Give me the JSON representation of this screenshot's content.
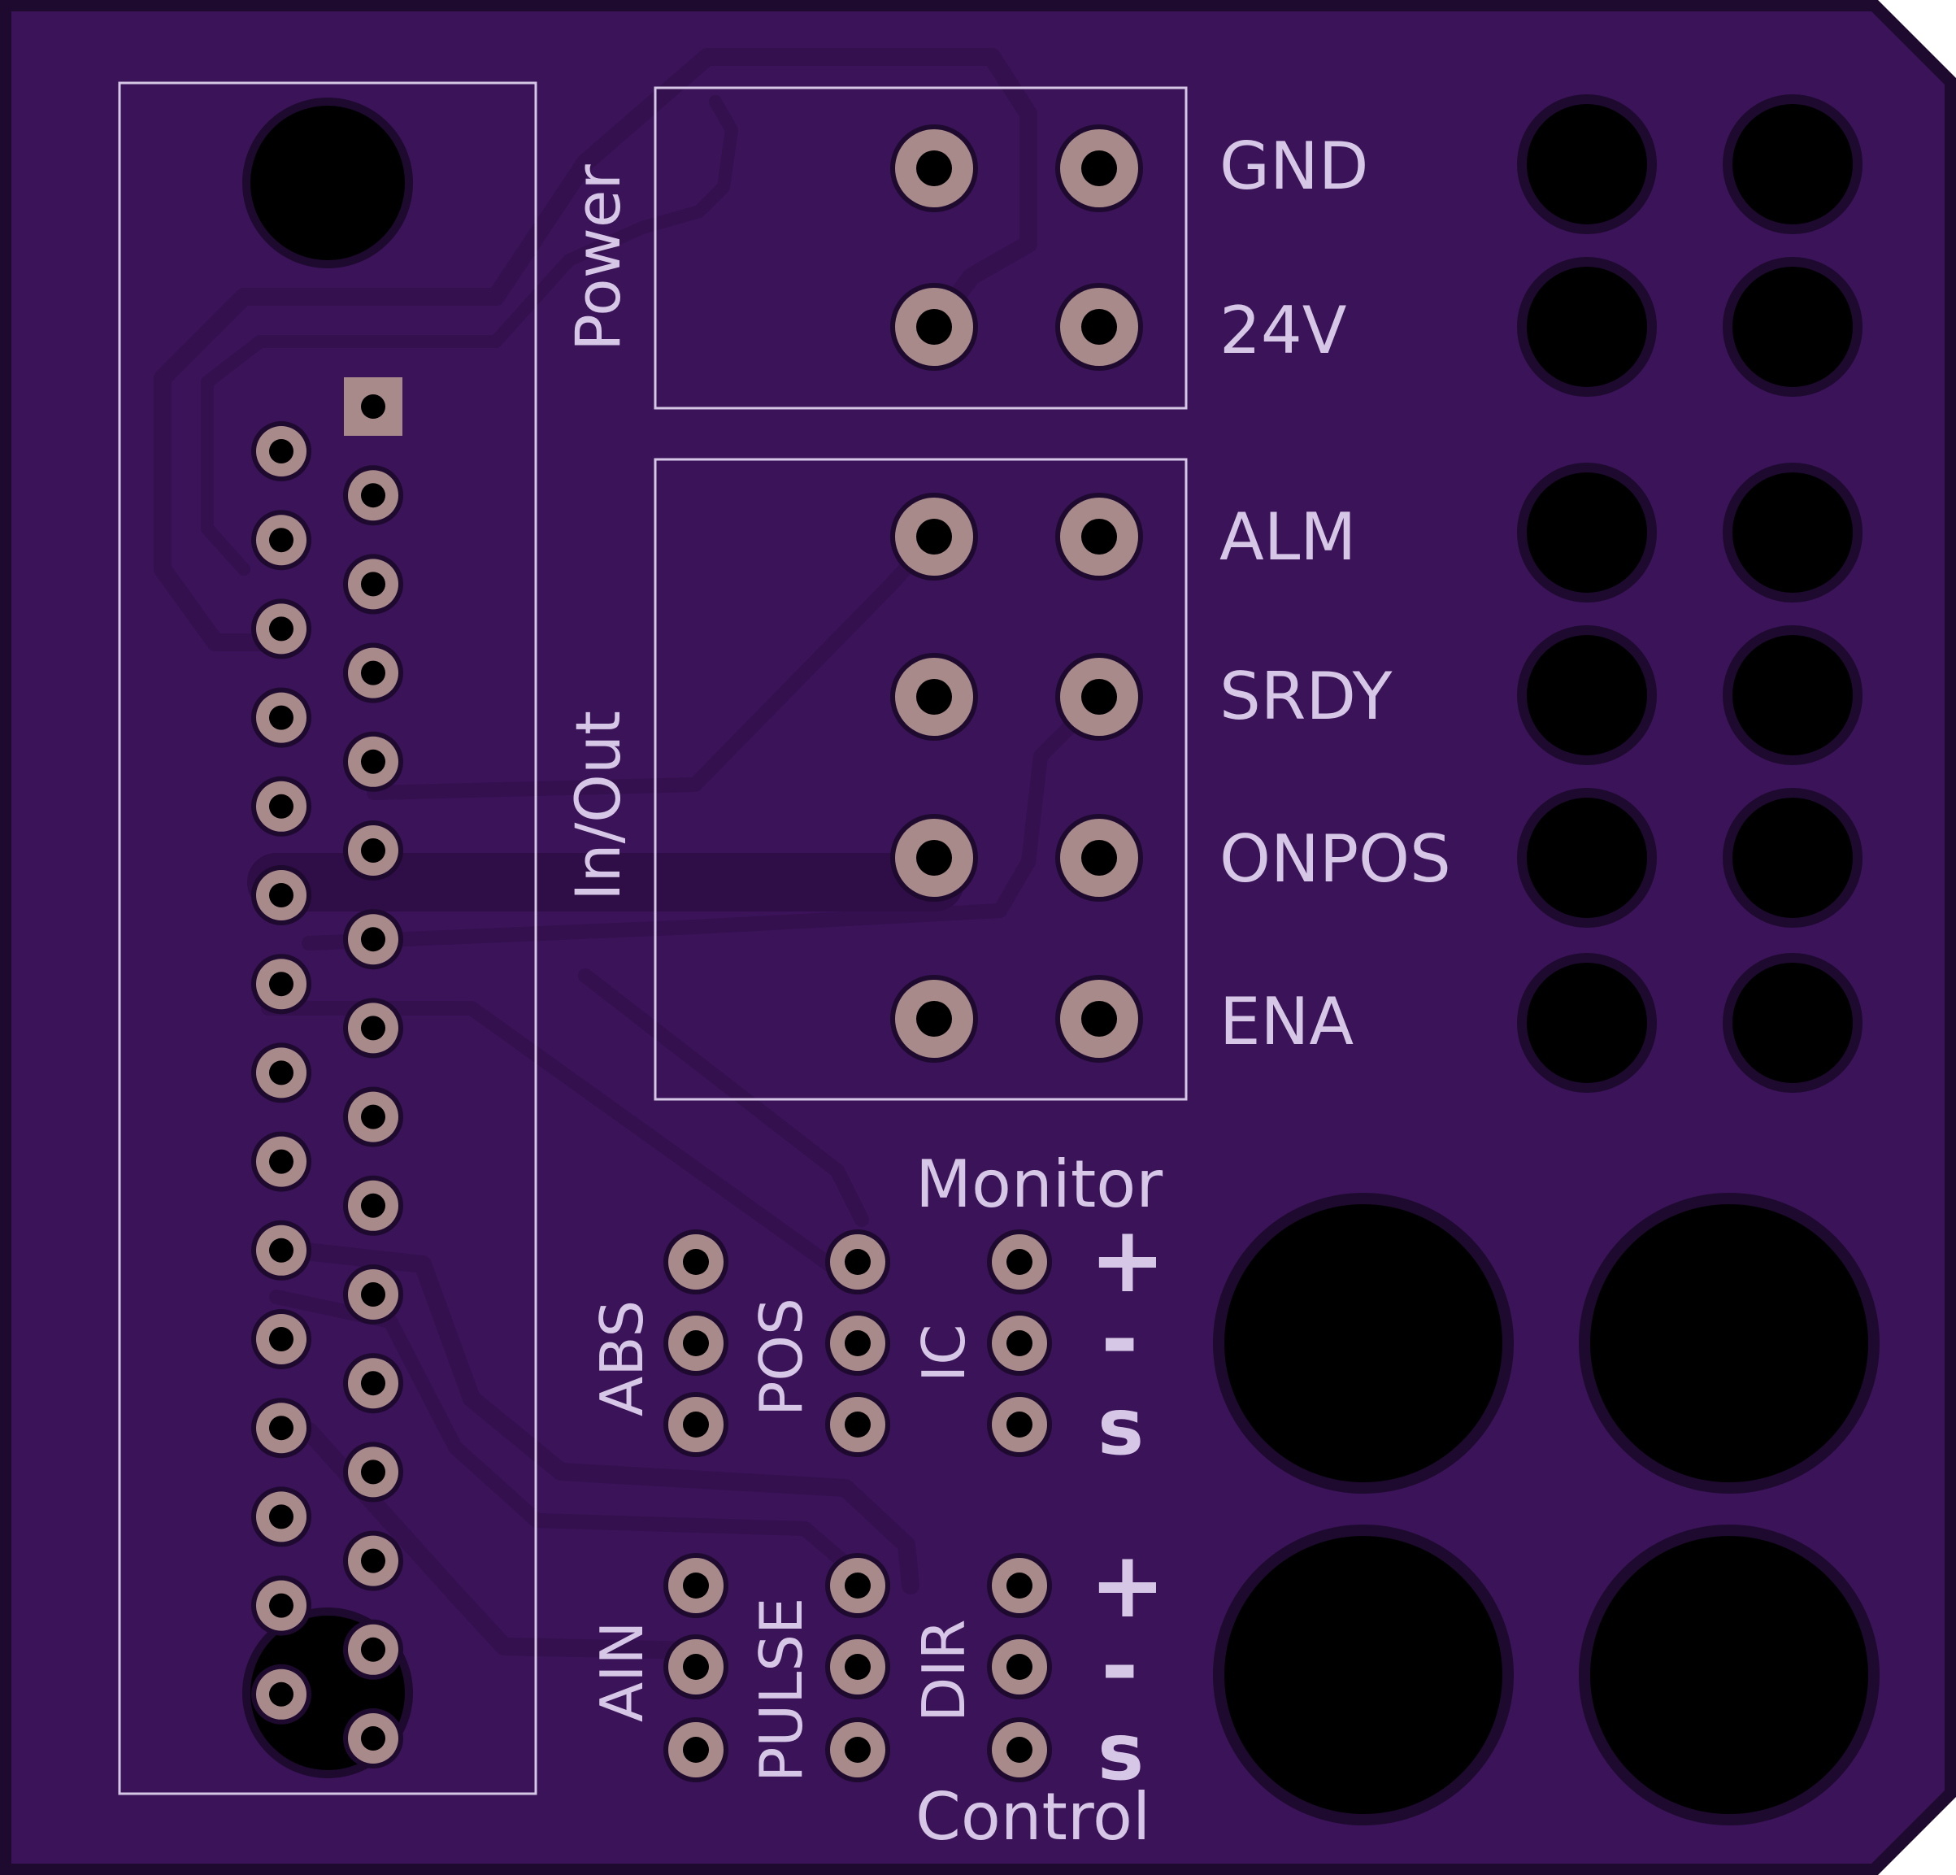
{
  "colors": {
    "board_edge": "#1d0a2e",
    "board": "#3a1358",
    "board_inner": "#3f145f",
    "trace": "#34104f",
    "trace_dark": "#2f0d47",
    "trace_edge": "#4a1c6d",
    "silkscreen": "#d7c7e6",
    "pad": "#a98a8a",
    "hole": "#000000"
  },
  "labels": {
    "power": "Power",
    "in_out": "In/Out",
    "monitor": "Monitor",
    "control": "Control",
    "abs": "ABS",
    "pos": "POS",
    "ic": "IC",
    "ain": "AIN",
    "pulse": "PULSE",
    "dir": "DIR",
    "gnd": "GND",
    "v24": "24V",
    "alm": "ALM",
    "srdy": "SRDY",
    "onpos": "ONPOS",
    "ena": "ENA",
    "plus": "+",
    "minus": "-",
    "s": "s"
  }
}
